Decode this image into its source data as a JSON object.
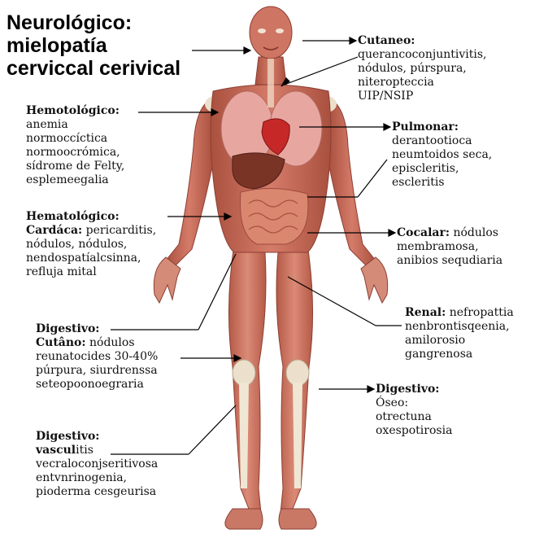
{
  "title": {
    "line1": "Neurológico:",
    "line2": "mielopatía",
    "line3": "cerviccal cerivical"
  },
  "labels": {
    "cutaneo": {
      "heading": "Cutaneo:",
      "lines": [
        "querancoconjuntivitis,",
        "nódulos, púrspura,",
        "niteroptеccia",
        "UIP/NSIP"
      ]
    },
    "hemotologico": {
      "heading": "Hemotológico:",
      "lines": [
        "anemia",
        "normoccíctica",
        "normoocrómica,",
        "sídrome de Felty,",
        "esplemeegalia"
      ]
    },
    "pulmonar": {
      "heading": "Pulmonar:",
      "lines": [
        "derantootioca",
        "neumtoidos seca,",
        "episcleritis,",
        "escleritis"
      ]
    },
    "hematologico": {
      "heading": "Hematológico:",
      "line1_heading": "Cardáca:",
      "line1_text": "pericarditis,",
      "lines": [
        "nódulos, nódulos,",
        "nendospatíalcsinna,",
        "refluja mital"
      ]
    },
    "cocalar": {
      "heading": "Cocalar:",
      "line1_text": "nódulos",
      "lines": [
        "membramosa,",
        "anibios sequdiaria"
      ]
    },
    "renal": {
      "heading": "Renal:",
      "line1_text": "nefropattia",
      "lines": [
        "nenbrontisqeenia,",
        "amilorosio",
        "gangrenosa"
      ]
    },
    "digestivo1": {
      "heading": "Digestivo:",
      "line1_heading": "Cutâno:",
      "line1_text": "nódulos",
      "lines": [
        "reunatocides 30-40%",
        "púrpura, siurdrenssa",
        "seteopoonoegraria"
      ]
    },
    "digestivo2": {
      "heading": "Digestivo:",
      "lines": [
        "Óseo:",
        "otrectuna",
        "oxespotirosia"
      ]
    },
    "digestivo3": {
      "heading": "Digestivo:",
      "line1_heading": "vascul",
      "line1_text": "itis",
      "lines": [
        "vecraloconjseritivosa",
        "entvnrinogenia,",
        "pioderma cesgeurisa"
      ]
    }
  },
  "colors": {
    "muscle": "#c9695a",
    "muscle_dark": "#9c4a3e",
    "tendon": "#efe3cf",
    "skin_bg": "#ffffff",
    "heart": "#c62828",
    "lung": "#e7a7a0",
    "liver": "#7a3426",
    "intestine": "#d9876f",
    "line": "#000000"
  }
}
